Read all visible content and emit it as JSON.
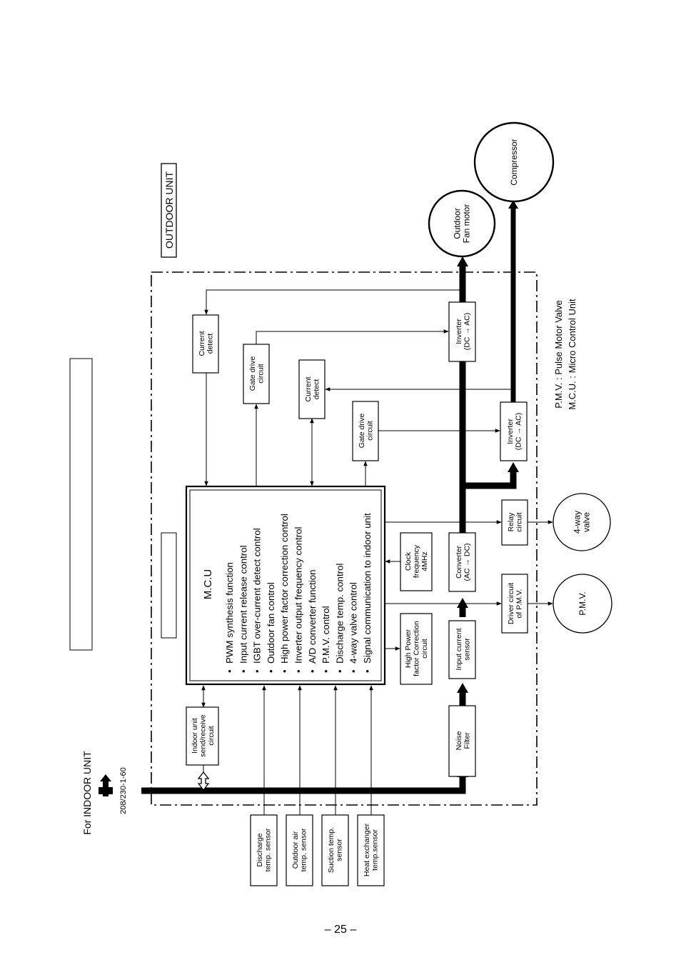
{
  "unit_label": "OUTDOOR UNIT",
  "for_indoor": "For INDOOR UNIT",
  "doc_code": "208/230-1-60",
  "mcu": {
    "title": "M.C.U",
    "functions": [
      "PWM synthesis function",
      "Input current release control",
      "IGBT over-current detect control",
      "Outdoor fan control",
      "High power factor correction control",
      "Inverter output frequency control",
      "A/D converter function",
      "P.M.V. control",
      "Discharge temp. control",
      "4-way valve control",
      "Signal communication to indoor unit"
    ]
  },
  "blocks": {
    "current_detect_top": [
      "Current",
      "detect"
    ],
    "gate_drive_top": [
      "Gate drive",
      "circuit"
    ],
    "current_detect_mid": [
      "Current",
      "detect"
    ],
    "gate_drive_mid": [
      "Gate drive",
      "circuit"
    ],
    "indoor_send": [
      "Indoor unit",
      "send/receive",
      "circuit"
    ],
    "noise_filter": [
      "Noise",
      "Filter"
    ],
    "input_current": [
      "Input current",
      "sensor"
    ],
    "hpfc": [
      "High Power",
      "factor Correction",
      "circuit"
    ],
    "clock": [
      "Clock",
      "frequency",
      "4MHz"
    ],
    "converter": [
      "Converter",
      "(AC → DC)"
    ],
    "inverter_top": [
      "Inverter",
      "(DC → AC)"
    ],
    "inverter_mid": [
      "Inverter",
      "(DC → AC)"
    ],
    "relay": [
      "Relay",
      "circuit"
    ],
    "driver_pmv": [
      "Driver circuit",
      "of P.M.V."
    ]
  },
  "devices": {
    "fan_motor": [
      "Outdoor",
      "Fan motor"
    ],
    "compressor": [
      "Compressor"
    ],
    "four_way": [
      "4-way",
      "valve"
    ],
    "pmv": [
      "P.M.V."
    ]
  },
  "sensors": [
    [
      "Discharge",
      "temp. sensor"
    ],
    [
      "Outdoor air",
      "temp. sensor"
    ],
    [
      "Suction temp.",
      "sensor"
    ],
    [
      "Heat exchanger",
      "temp.sensor"
    ]
  ],
  "legend": [
    "P.M.V. : Pulse Motor Valve",
    "M.C.U. : Micro Control Unit"
  ],
  "page_number": "– 25 –"
}
